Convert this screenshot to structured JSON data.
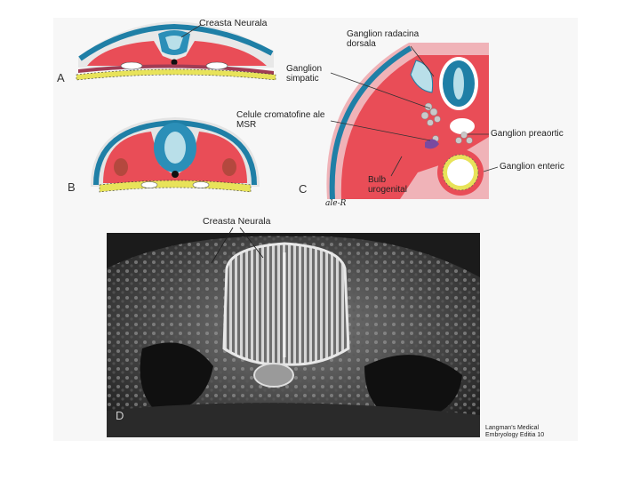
{
  "panel_a": {
    "letter": "A",
    "label_neural_crest": "Creasta Neurala"
  },
  "panel_b": {
    "letter": "B"
  },
  "panel_c": {
    "letter": "C",
    "label_dorsal_root_ganglion": "Ganglion radacina dorsala",
    "label_sympathetic_ganglion": "Ganglion simpatic",
    "label_chromaffin_cells": "Celule cromatofine ale MSR",
    "label_preaortic_ganglion": "Ganglion preaortic",
    "label_enteric_ganglion": "Ganglion enteric",
    "label_urogenital_ridge": "Bulb urogenital",
    "signature": "ale-R"
  },
  "panel_d": {
    "letter": "D",
    "label_neural_crest": "Creasta Neurala",
    "credit": "Langman's Medical Embryology Editia 10"
  }
}
